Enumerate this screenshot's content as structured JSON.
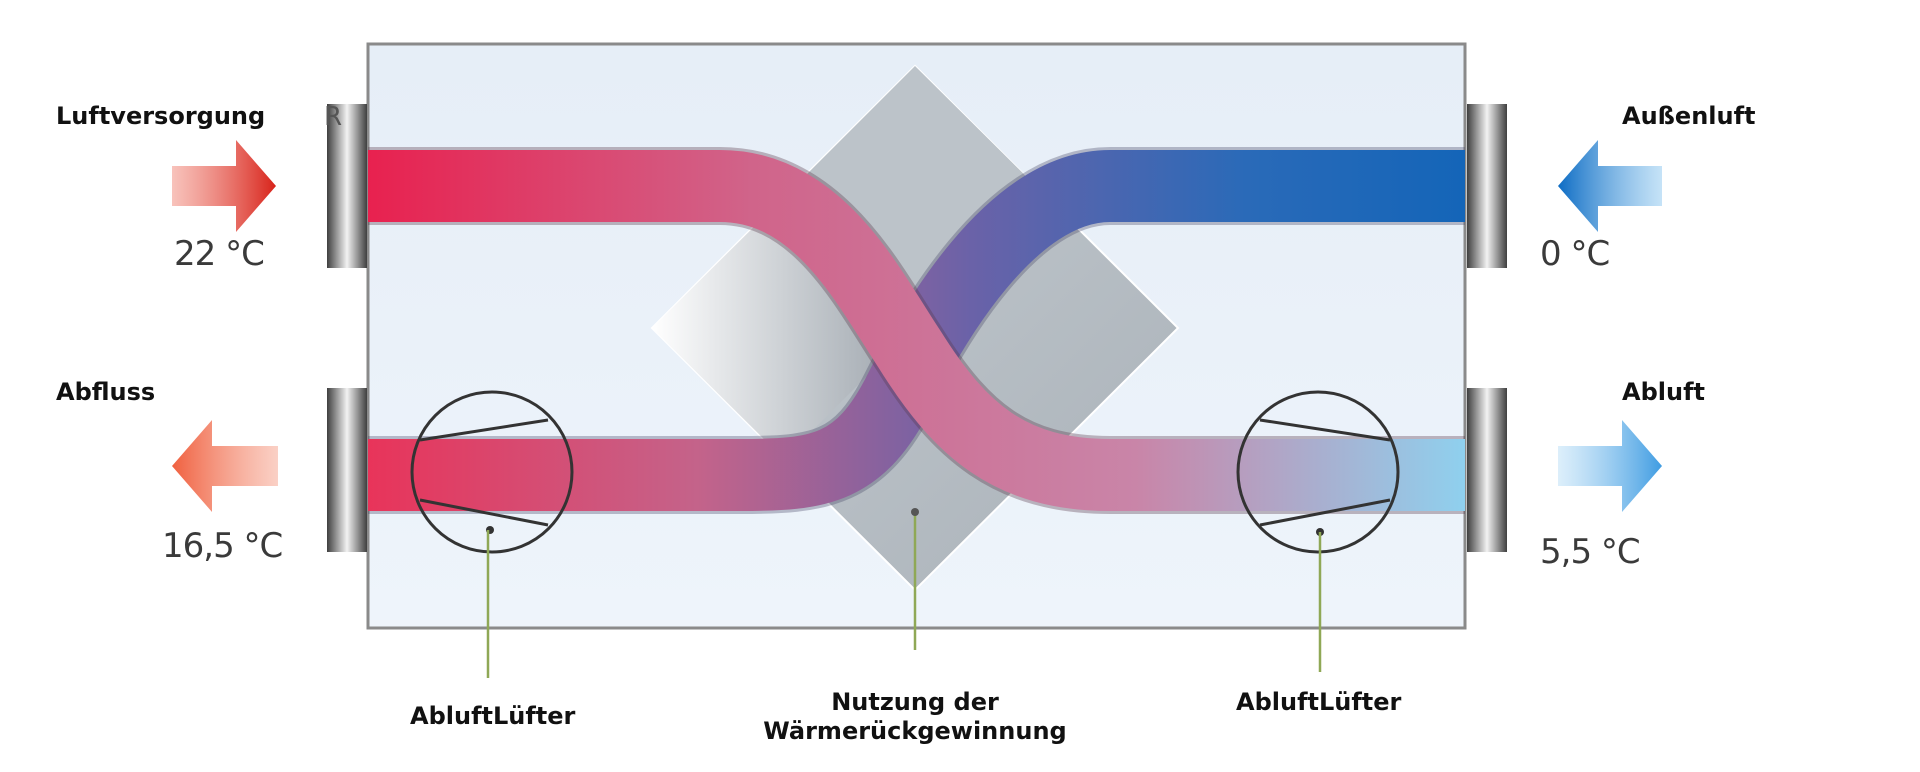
{
  "labels": {
    "supply": "Luftversorgung",
    "outdoor": "Außenluft",
    "outflow": "Abfluss",
    "exhaust": "Abluft",
    "fan_left": "AbluftLüfter",
    "fan_right": "AbluftLüfter",
    "core_line1": "Nutzung der",
    "core_line2": "Wärmerückgewinnung",
    "corner_mark": "R"
  },
  "temperatures": {
    "supply": "22 °C",
    "outdoor": "0 °C",
    "outflow": "16,5 °C",
    "exhaust": "5,5 °C"
  },
  "colors": {
    "warm": "#e8214f",
    "warm_arrow": "#e02a1e",
    "cool": "#1465b8",
    "cool_arrow": "#0f72c8",
    "outflow_arrow": "#f26a4c",
    "exhaust_arrow": "#4aa3e6",
    "exhaust_pipe": "#8fd0ee",
    "mixed": "#c0709a",
    "purple": "#6a62a8",
    "housing": "#e9f1fa",
    "core": "#b7bec5",
    "leader": "#8fa856"
  },
  "icons": {
    "supply_arrow": "arrow-right-icon",
    "outdoor_arrow": "arrow-left-icon",
    "outflow_arrow": "arrow-left-icon",
    "exhaust_arrow": "arrow-right-icon",
    "fan": "fan-icon"
  }
}
